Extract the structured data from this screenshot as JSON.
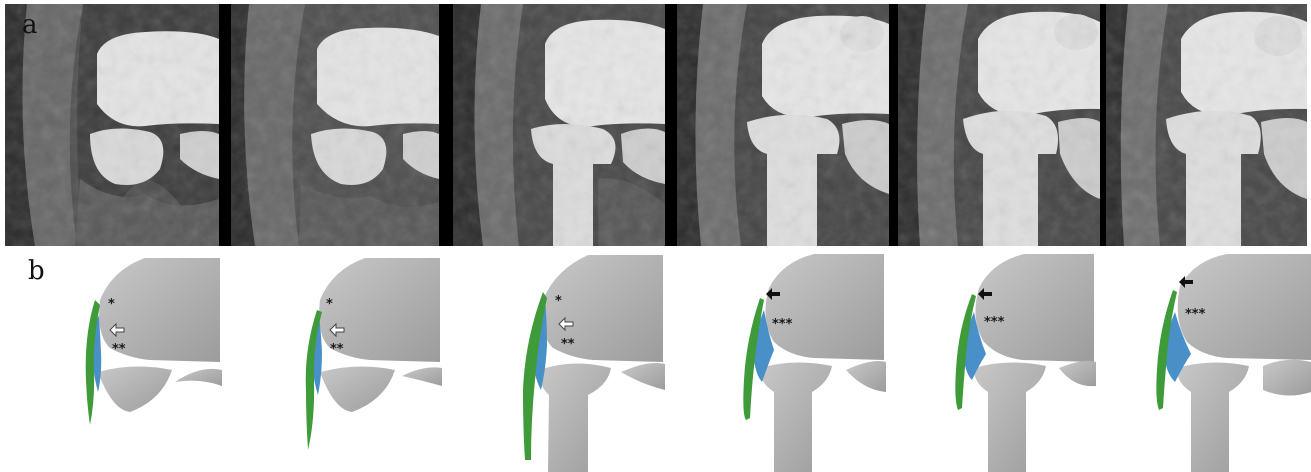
{
  "figure": {
    "panel_a_label": "a",
    "panel_b_label": "b"
  },
  "mri_panels": [
    {
      "id": "a1"
    },
    {
      "id": "a2"
    },
    {
      "id": "a3"
    },
    {
      "id": "a4"
    },
    {
      "id": "a5"
    },
    {
      "id": "a6"
    }
  ],
  "diagram_panels": [
    {
      "id": "b1",
      "marks": [
        "*",
        "**"
      ],
      "arrow": "white"
    },
    {
      "id": "b2",
      "marks": [
        "*",
        "**"
      ],
      "arrow": "white"
    },
    {
      "id": "b3",
      "marks": [
        "*",
        "**"
      ],
      "arrow": "white"
    },
    {
      "id": "b4",
      "marks": [
        "***"
      ],
      "arrow": "black"
    },
    {
      "id": "b5",
      "marks": [
        "***"
      ],
      "arrow": "black"
    },
    {
      "id": "b6",
      "marks": [
        "***"
      ],
      "arrow": "black"
    }
  ],
  "colors": {
    "bone": "#b2b2b2",
    "cartilage_blue": "#4a90c8",
    "tissue_green": "#3f9a3a",
    "white_arrow": "#ffffff",
    "black_arrow": "#111111"
  }
}
